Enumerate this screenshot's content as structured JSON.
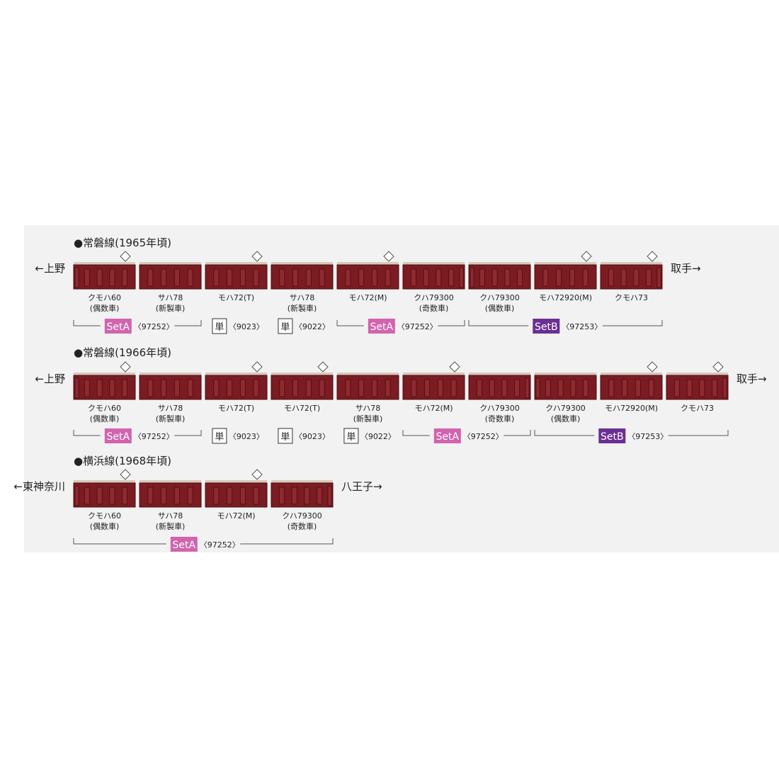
{
  "colors": {
    "car_body": "#7b1b22",
    "car_roof": "#d7cabb",
    "car_outline": "#4a0c10",
    "window": "#8e2a30",
    "set_a": "#d263ae",
    "set_b": "#6a2f93",
    "panel_bg": "#f2f2f2",
    "text": "#222222",
    "bracket": "#555555"
  },
  "formations": [
    {
      "title": "●常磐線(1965年頃)",
      "left_dir": "←上野",
      "right_dir": "取手→",
      "cars": [
        {
          "name": "クモハ60",
          "note": "(偶数車)",
          "pantograph": true,
          "cab_left": true,
          "cab_right": false
        },
        {
          "name": "サハ78",
          "note": "(新製車)",
          "pantograph": false,
          "cab_left": false,
          "cab_right": false
        },
        {
          "name": "モハ72(T)",
          "note": "",
          "pantograph": true,
          "cab_left": false,
          "cab_right": false
        },
        {
          "name": "サハ78",
          "note": "(新製車)",
          "pantograph": false,
          "cab_left": false,
          "cab_right": false
        },
        {
          "name": "モハ72(M)",
          "note": "",
          "pantograph": true,
          "cab_left": false,
          "cab_right": false
        },
        {
          "name": "クハ79300",
          "note": "(奇数車)",
          "pantograph": false,
          "cab_left": false,
          "cab_right": true
        },
        {
          "name": "クハ79300",
          "note": "(偶数車)",
          "pantograph": false,
          "cab_left": true,
          "cab_right": false
        },
        {
          "name": "モハ72920(M)",
          "note": "",
          "pantograph": true,
          "cab_left": false,
          "cab_right": false
        },
        {
          "name": "クモハ73",
          "note": "",
          "pantograph": true,
          "cab_left": false,
          "cab_right": true
        }
      ],
      "groups": [
        {
          "from": 0,
          "to": 1,
          "type": "set_a",
          "label": "SetA",
          "code": "〈97252〉"
        },
        {
          "from": 2,
          "to": 2,
          "type": "single",
          "label": "単",
          "code": "〈9023〉"
        },
        {
          "from": 3,
          "to": 3,
          "type": "single",
          "label": "単",
          "code": "〈9022〉"
        },
        {
          "from": 4,
          "to": 5,
          "type": "set_a",
          "label": "SetA",
          "code": "〈97252〉"
        },
        {
          "from": 6,
          "to": 8,
          "type": "set_b",
          "label": "SetB",
          "code": "〈97253〉"
        }
      ]
    },
    {
      "title": "●常磐線(1966年頃)",
      "left_dir": "←上野",
      "right_dir": "取手→",
      "cars": [
        {
          "name": "クモハ60",
          "note": "(偶数車)",
          "pantograph": true,
          "cab_left": true,
          "cab_right": false
        },
        {
          "name": "サハ78",
          "note": "(新製車)",
          "pantograph": false,
          "cab_left": false,
          "cab_right": false
        },
        {
          "name": "モハ72(T)",
          "note": "",
          "pantograph": true,
          "cab_left": false,
          "cab_right": false
        },
        {
          "name": "モハ72(T)",
          "note": "",
          "pantograph": true,
          "cab_left": false,
          "cab_right": false
        },
        {
          "name": "サハ78",
          "note": "(新製車)",
          "pantograph": false,
          "cab_left": false,
          "cab_right": false
        },
        {
          "name": "モハ72(M)",
          "note": "",
          "pantograph": true,
          "cab_left": false,
          "cab_right": false
        },
        {
          "name": "クハ79300",
          "note": "(奇数車)",
          "pantograph": false,
          "cab_left": false,
          "cab_right": true
        },
        {
          "name": "クハ79300",
          "note": "(偶数車)",
          "pantograph": false,
          "cab_left": true,
          "cab_right": false
        },
        {
          "name": "モハ72920(M)",
          "note": "",
          "pantograph": true,
          "cab_left": false,
          "cab_right": false
        },
        {
          "name": "クモハ73",
          "note": "",
          "pantograph": true,
          "cab_left": false,
          "cab_right": true
        }
      ],
      "groups": [
        {
          "from": 0,
          "to": 1,
          "type": "set_a",
          "label": "SetA",
          "code": "〈97252〉"
        },
        {
          "from": 2,
          "to": 2,
          "type": "single",
          "label": "単",
          "code": "〈9023〉"
        },
        {
          "from": 3,
          "to": 3,
          "type": "single",
          "label": "単",
          "code": "〈9023〉"
        },
        {
          "from": 4,
          "to": 4,
          "type": "single",
          "label": "単",
          "code": "〈9022〉"
        },
        {
          "from": 5,
          "to": 6,
          "type": "set_a",
          "label": "SetA",
          "code": "〈97252〉"
        },
        {
          "from": 7,
          "to": 9,
          "type": "set_b",
          "label": "SetB",
          "code": "〈97253〉"
        }
      ]
    },
    {
      "title": "●横浜線(1968年頃)",
      "left_dir": "←東神奈川",
      "right_dir": "八王子→",
      "cars": [
        {
          "name": "クモハ60",
          "note": "(偶数車)",
          "pantograph": true,
          "cab_left": true,
          "cab_right": false
        },
        {
          "name": "サハ78",
          "note": "(新製車)",
          "pantograph": false,
          "cab_left": false,
          "cab_right": false
        },
        {
          "name": "モハ72(M)",
          "note": "",
          "pantograph": true,
          "cab_left": false,
          "cab_right": false
        },
        {
          "name": "クハ79300",
          "note": "(奇数車)",
          "pantograph": false,
          "cab_left": false,
          "cab_right": true
        }
      ],
      "groups": [
        {
          "from": 0,
          "to": 3,
          "type": "set_a",
          "label": "SetA",
          "code": "〈97252〉"
        }
      ]
    }
  ]
}
